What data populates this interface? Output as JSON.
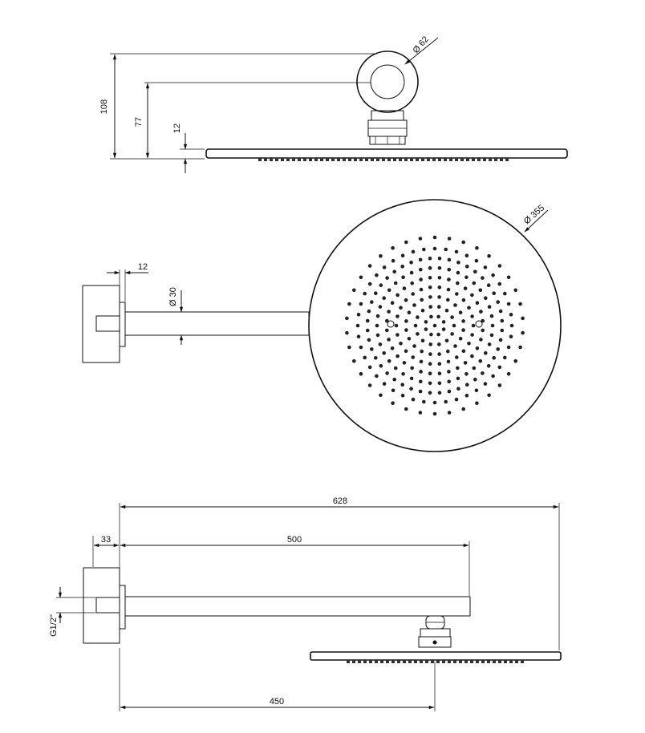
{
  "dimensions": {
    "top_total_height": "108",
    "top_arm_height": "77",
    "top_plate_thickness": "12",
    "top_ring_diameter": "Ø 62",
    "head_diameter": "Ø 355",
    "flange_depth": "12",
    "arm_diameter": "Ø 30",
    "overall_length": "628",
    "flange_offset": "33",
    "arm_length": "500",
    "thread": "G1/2\"",
    "head_center": "450"
  }
}
